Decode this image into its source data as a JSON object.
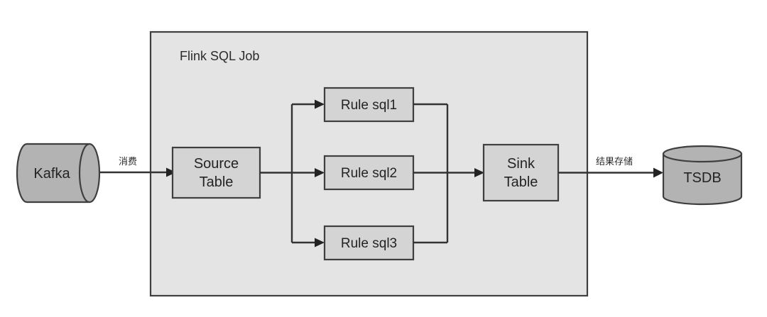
{
  "diagram": {
    "title": "Flink SQL Job streaming rule pipeline",
    "colors": {
      "page_background": "#ffffff",
      "group_fill": "#e4e4e4",
      "box_fill": "#d4d4d4",
      "cylinder_fill": "#b3b3b3",
      "outline": "#3f3f3f",
      "edge": "#333333",
      "text": "#232323"
    },
    "group": {
      "label": "Flink SQL Job"
    },
    "nodes": [
      {
        "id": "kafka",
        "label": "Kafka",
        "shape": "cylinder-horizontal"
      },
      {
        "id": "source-table",
        "label_line1": "Source",
        "label_line2": "Table",
        "shape": "rectangle"
      },
      {
        "id": "rule-sql1",
        "label": "Rule sql1",
        "shape": "rectangle"
      },
      {
        "id": "rule-sql2",
        "label": "Rule sql2",
        "shape": "rectangle"
      },
      {
        "id": "rule-sql3",
        "label": "Rule sql3",
        "shape": "rectangle"
      },
      {
        "id": "sink-table",
        "label_line1": "Sink",
        "label_line2": "Table",
        "shape": "rectangle"
      },
      {
        "id": "tsdb",
        "label": "TSDB",
        "shape": "cylinder-vertical"
      }
    ],
    "edges": [
      {
        "id": "kafka-to-source",
        "label": "消费",
        "from": "kafka",
        "to": "source-table"
      },
      {
        "id": "source-to-rule1",
        "label": "",
        "from": "source-table",
        "to": "rule-sql1"
      },
      {
        "id": "source-to-rule2",
        "label": "",
        "from": "source-table",
        "to": "rule-sql2"
      },
      {
        "id": "source-to-rule3",
        "label": "",
        "from": "source-table",
        "to": "rule-sql3"
      },
      {
        "id": "rules-to-sink",
        "label": "",
        "from": "rule-sql1,rule-sql2,rule-sql3",
        "to": "sink-table"
      },
      {
        "id": "sink-to-tsdb",
        "label": "结果存储",
        "from": "sink-table",
        "to": "tsdb"
      }
    ]
  }
}
